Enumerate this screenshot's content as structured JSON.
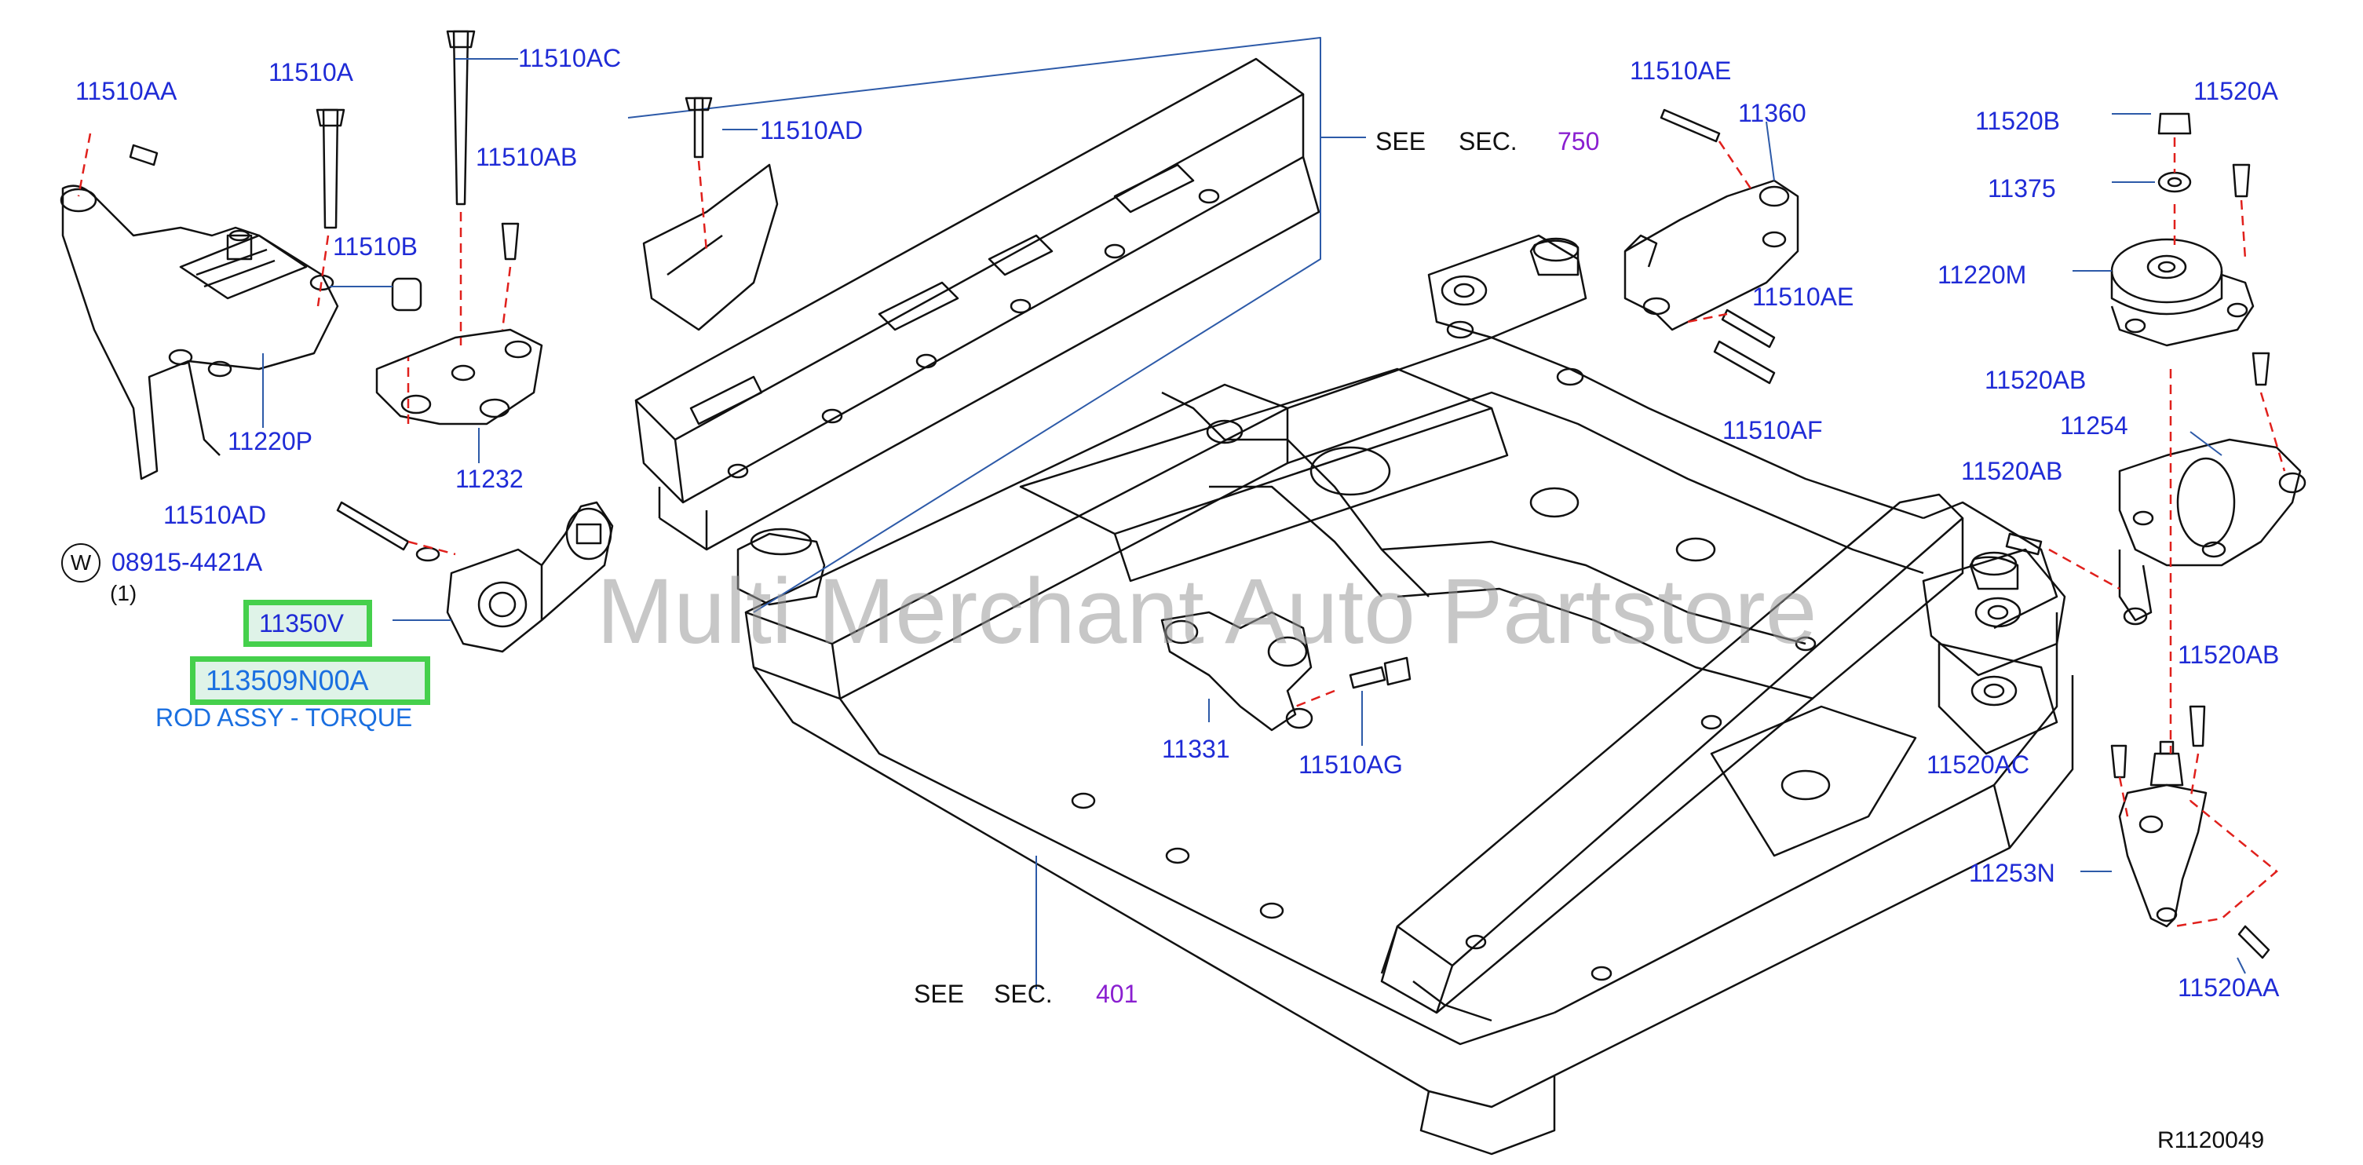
{
  "labels": {
    "p11510AA": "11510AA",
    "p11510A": "11510A",
    "p11510AC": "11510AC",
    "p11510AB": "11510AB",
    "p11510B": "11510B",
    "p11220P": "11220P",
    "p11232": "11232",
    "p11510AD_left": "11510AD",
    "washer_symbol": "W",
    "p08915_4421A": "08915-4421A",
    "qty_1": "(1)",
    "p11350V": "11350V",
    "p113509N00A": "113509N00A",
    "rod_assy": "ROD ASSY - TORQUE",
    "p11510AD_top": "11510AD",
    "see_1": "SEE",
    "sec_1": "SEC.",
    "sec_750": "750",
    "p11510AE_top": "11510AE",
    "p11360": "11360",
    "p11510AE_mid": "11510AE",
    "p11510AF": "11510AF",
    "p11520B": "11520B",
    "p11520A": "11520A",
    "p11375": "11375",
    "p11220M": "11220M",
    "p11520AB_1": "11520AB",
    "p11254": "11254",
    "p11520AB_2": "11520AB",
    "p11520AB_3": "11520AB",
    "p11520AC": "11520AC",
    "p11253N": "11253N",
    "p11520AA": "11520AA",
    "p11331": "11331",
    "p11510AG": "11510AG",
    "see_2": "SEE",
    "sec_2": "SEC.",
    "sec_401": "401",
    "ref": "R1120049",
    "watermark": "Multi Merchant Auto Partstore"
  },
  "colors": {
    "part_label": "#1f2bd6",
    "section_number": "#8a1fd0",
    "description": "#1a6fe0",
    "highlight_border": "#45d04c",
    "leader_dash": "#e0201c",
    "outline": "#111111"
  }
}
